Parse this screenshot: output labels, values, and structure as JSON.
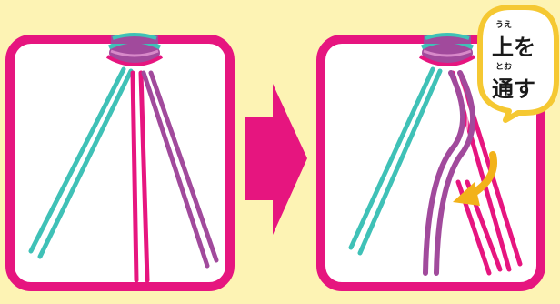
{
  "bubble": {
    "line1": {
      "ruby": "うえ",
      "text": "上を"
    },
    "line2": {
      "ruby": "とお",
      "text": "通す"
    }
  },
  "colors": {
    "background": "#fdf3b4",
    "panel_border": "#e6157f",
    "teal_cord": "#3fc1b7",
    "pink_cord": "#e6157f",
    "purple_cord": "#a14a9c",
    "arrow_big": "#e6157f",
    "arrow_small": "#f2b21a",
    "bubble_border": "#f5c832"
  },
  "icons": {
    "knot": "knot-icon",
    "big_arrow": "right-arrow-icon",
    "small_arrow": "curved-arrow-icon"
  }
}
